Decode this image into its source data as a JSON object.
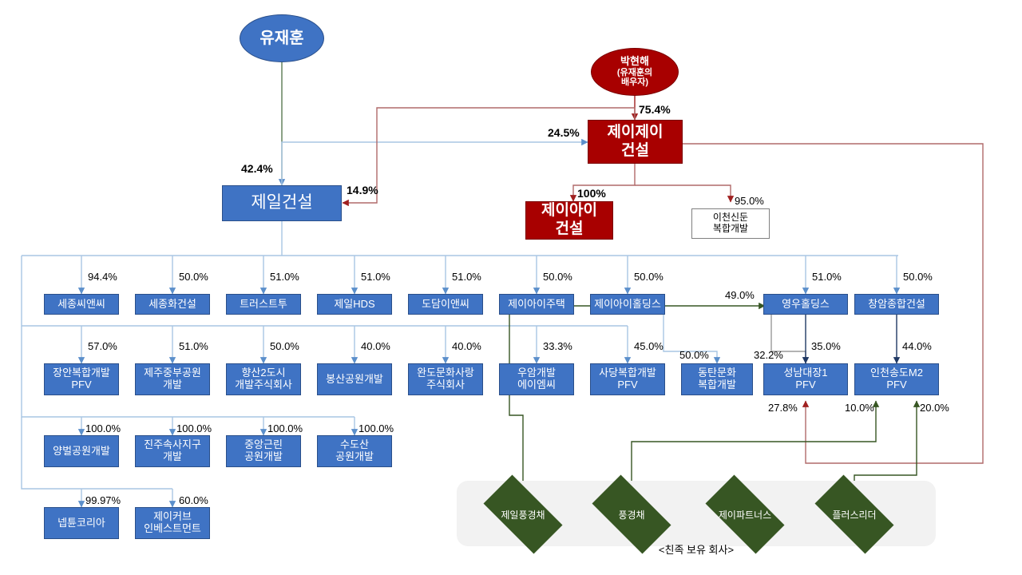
{
  "diagram": {
    "title_caption": "<친족 보유 회사>",
    "colors": {
      "blue_fill": "#3F73C4",
      "red_fill": "#A80000",
      "green_fill": "#375623",
      "panel_bg": "#F2F2F2",
      "blue_edge": "#7FA8D8",
      "red_edge": "#B06A6A",
      "green_edge": "#375623",
      "gray_edge": "#9A9A9A"
    },
    "persons": [
      {
        "id": "yoo",
        "label": "유재훈",
        "shape": "ellipse",
        "color": "blue"
      },
      {
        "id": "park",
        "label": "박현해",
        "sub1": "(유재훈의",
        "sub2": "배우자)",
        "shape": "ellipse",
        "color": "red"
      }
    ],
    "companies": {
      "jeil": {
        "label": "제일건설"
      },
      "jj": {
        "line1": "제이제이",
        "line2": "건설"
      },
      "ji": {
        "line1": "제이아이",
        "line2": "건설"
      },
      "icheon": {
        "line1": "이천신둔",
        "line2": "복합개발"
      }
    },
    "row1": [
      {
        "label": "세종씨앤씨",
        "pct": "94.4%"
      },
      {
        "label": "세종화건설",
        "pct": "50.0%"
      },
      {
        "label": "트러스트투",
        "pct": "51.0%"
      },
      {
        "label": "제일HDS",
        "pct": "51.0%"
      },
      {
        "label": "도담이앤씨",
        "pct": "51.0%"
      },
      {
        "label": "제이아이주택",
        "pct": "50.0%"
      },
      {
        "label": "제이아이홀딩스",
        "pct": "50.0%"
      },
      {
        "label": "영우홀딩스",
        "pct": "51.0%"
      },
      {
        "label": "창암종합건설",
        "pct": "50.0%"
      }
    ],
    "row2": [
      {
        "line1": "장안복합개발",
        "line2": "PFV",
        "pct": "57.0%"
      },
      {
        "line1": "제주중부공원",
        "line2": "개발",
        "pct": "51.0%"
      },
      {
        "line1": "향산2도시",
        "line2": "개발주식회사",
        "pct": "50.0%"
      },
      {
        "line1": "봉산공원개발",
        "line2": "",
        "pct": "40.0%"
      },
      {
        "line1": "완도문화사랑",
        "line2": "주식회사",
        "pct": "40.0%"
      },
      {
        "line1": "우암개발",
        "line2": "에이엠씨",
        "pct": "33.3%"
      },
      {
        "line1": "사당복합개발",
        "line2": "PFV",
        "pct": "45.0%"
      },
      {
        "line1": "동탄문화",
        "line2": "복합개발",
        "pct": "50.0%"
      },
      {
        "line1": "성남대장1",
        "line2": "PFV",
        "pct": "35.0%"
      },
      {
        "line1": "인천송도M2",
        "line2": "PFV",
        "pct": "44.0%"
      }
    ],
    "row3": [
      {
        "line1": "양벌공원개발",
        "line2": "",
        "pct": "100.0%"
      },
      {
        "line1": "진주속사지구",
        "line2": "개발",
        "pct": "100.0%"
      },
      {
        "line1": "중앙근린",
        "line2": "공원개발",
        "pct": "100.0%"
      },
      {
        "line1": "수도산",
        "line2": "공원개발",
        "pct": "100.0%"
      }
    ],
    "row4": [
      {
        "line1": "넵튠코리아",
        "line2": "",
        "pct": "99.97%"
      },
      {
        "line1": "제이커브",
        "line2": "인베스트먼트",
        "pct": "60.0%"
      }
    ],
    "diamonds": [
      {
        "label": "제일풍경채"
      },
      {
        "label": "풍경채"
      },
      {
        "label": "제이파트너스"
      },
      {
        "label": "플러스리더"
      }
    ],
    "edge_labels": {
      "yoo_to_jeil": "42.4%",
      "jeil_to_jj": "24.5%",
      "park_to_jj": "75.4%",
      "jj_to_jeil": "14.9%",
      "jj_to_ji": "100%",
      "jj_to_icheon": "95.0%",
      "diamond_to_youngwoo": "49.0%",
      "youngwoo_to_seongnam": "32.2%",
      "jj_to_seongnam": "27.8%",
      "diamond_to_incheon_10": "10.0%",
      "diamond_to_incheon_20": "20.0%"
    }
  },
  "chart_data": {
    "type": "diagram",
    "ownership_edges": [
      {
        "from": "유재훈",
        "to": "제일건설",
        "value": "42.4%"
      },
      {
        "from": "박현해",
        "to": "제이제이건설",
        "value": "75.4%"
      },
      {
        "from": "제일건설",
        "to": "제이제이건설",
        "value": "24.5%"
      },
      {
        "from": "제이제이건설",
        "to": "제일건설",
        "value": "14.9%"
      },
      {
        "from": "제이제이건설",
        "to": "제이아이건설",
        "value": "100%"
      },
      {
        "from": "제이제이건설",
        "to": "이천신둔복합개발",
        "value": "95.0%"
      },
      {
        "from": "제일건설",
        "to": "세종씨앤씨",
        "value": "94.4%"
      },
      {
        "from": "제일건설",
        "to": "세종화건설",
        "value": "50.0%"
      },
      {
        "from": "제일건설",
        "to": "트러스트투",
        "value": "51.0%"
      },
      {
        "from": "제일건설",
        "to": "제일HDS",
        "value": "51.0%"
      },
      {
        "from": "제일건설",
        "to": "도담이앤씨",
        "value": "51.0%"
      },
      {
        "from": "제일건설",
        "to": "제이아이주택",
        "value": "50.0%"
      },
      {
        "from": "제일건설",
        "to": "제이아이홀딩스",
        "value": "50.0%"
      },
      {
        "from": "제일건설",
        "to": "영우홀딩스",
        "value": "51.0%"
      },
      {
        "from": "제일건설",
        "to": "창암종합건설",
        "value": "50.0%"
      },
      {
        "from": "제일건설",
        "to": "장안복합개발PFV",
        "value": "57.0%"
      },
      {
        "from": "제일건설",
        "to": "제주중부공원개발",
        "value": "51.0%"
      },
      {
        "from": "제일건설",
        "to": "향산2도시개발주식회사",
        "value": "50.0%"
      },
      {
        "from": "제일건설",
        "to": "봉산공원개발",
        "value": "40.0%"
      },
      {
        "from": "제일건설",
        "to": "완도문화사랑주식회사",
        "value": "40.0%"
      },
      {
        "from": "제일건설",
        "to": "우암개발에이엠씨",
        "value": "33.3%"
      },
      {
        "from": "제일건설",
        "to": "사당복합개발PFV",
        "value": "45.0%"
      },
      {
        "from": "제이아이홀딩스",
        "to": "동탄문화복합개발",
        "value": "50.0%"
      },
      {
        "from": "영우홀딩스",
        "to": "성남대장1PFV",
        "value": "32.2%"
      },
      {
        "from": "제일건설",
        "to": "성남대장1PFV",
        "value": "35.0%"
      },
      {
        "from": "제이제이건설",
        "to": "성남대장1PFV",
        "value": "27.8%"
      },
      {
        "from": "창암종합건설",
        "to": "인천송도M2PFV",
        "value": "44.0%"
      },
      {
        "from": "플러스리더",
        "to": "인천송도M2PFV",
        "value": "10.0%"
      },
      {
        "from": "플러스리더",
        "to": "인천송도M2PFV",
        "value": "20.0%"
      },
      {
        "from": "제일풍경채",
        "to": "영우홀딩스",
        "value": "49.0%"
      },
      {
        "from": "제일건설",
        "to": "양벌공원개발",
        "value": "100.0%"
      },
      {
        "from": "제일건설",
        "to": "진주속사지구개발",
        "value": "100.0%"
      },
      {
        "from": "제일건설",
        "to": "중앙근린공원개발",
        "value": "100.0%"
      },
      {
        "from": "제일건설",
        "to": "수도산공원개발",
        "value": "100.0%"
      },
      {
        "from": "제일건설",
        "to": "넵튠코리아",
        "value": "99.97%"
      },
      {
        "from": "제일건설",
        "to": "제이커브인베스트먼트",
        "value": "60.0%"
      }
    ]
  }
}
